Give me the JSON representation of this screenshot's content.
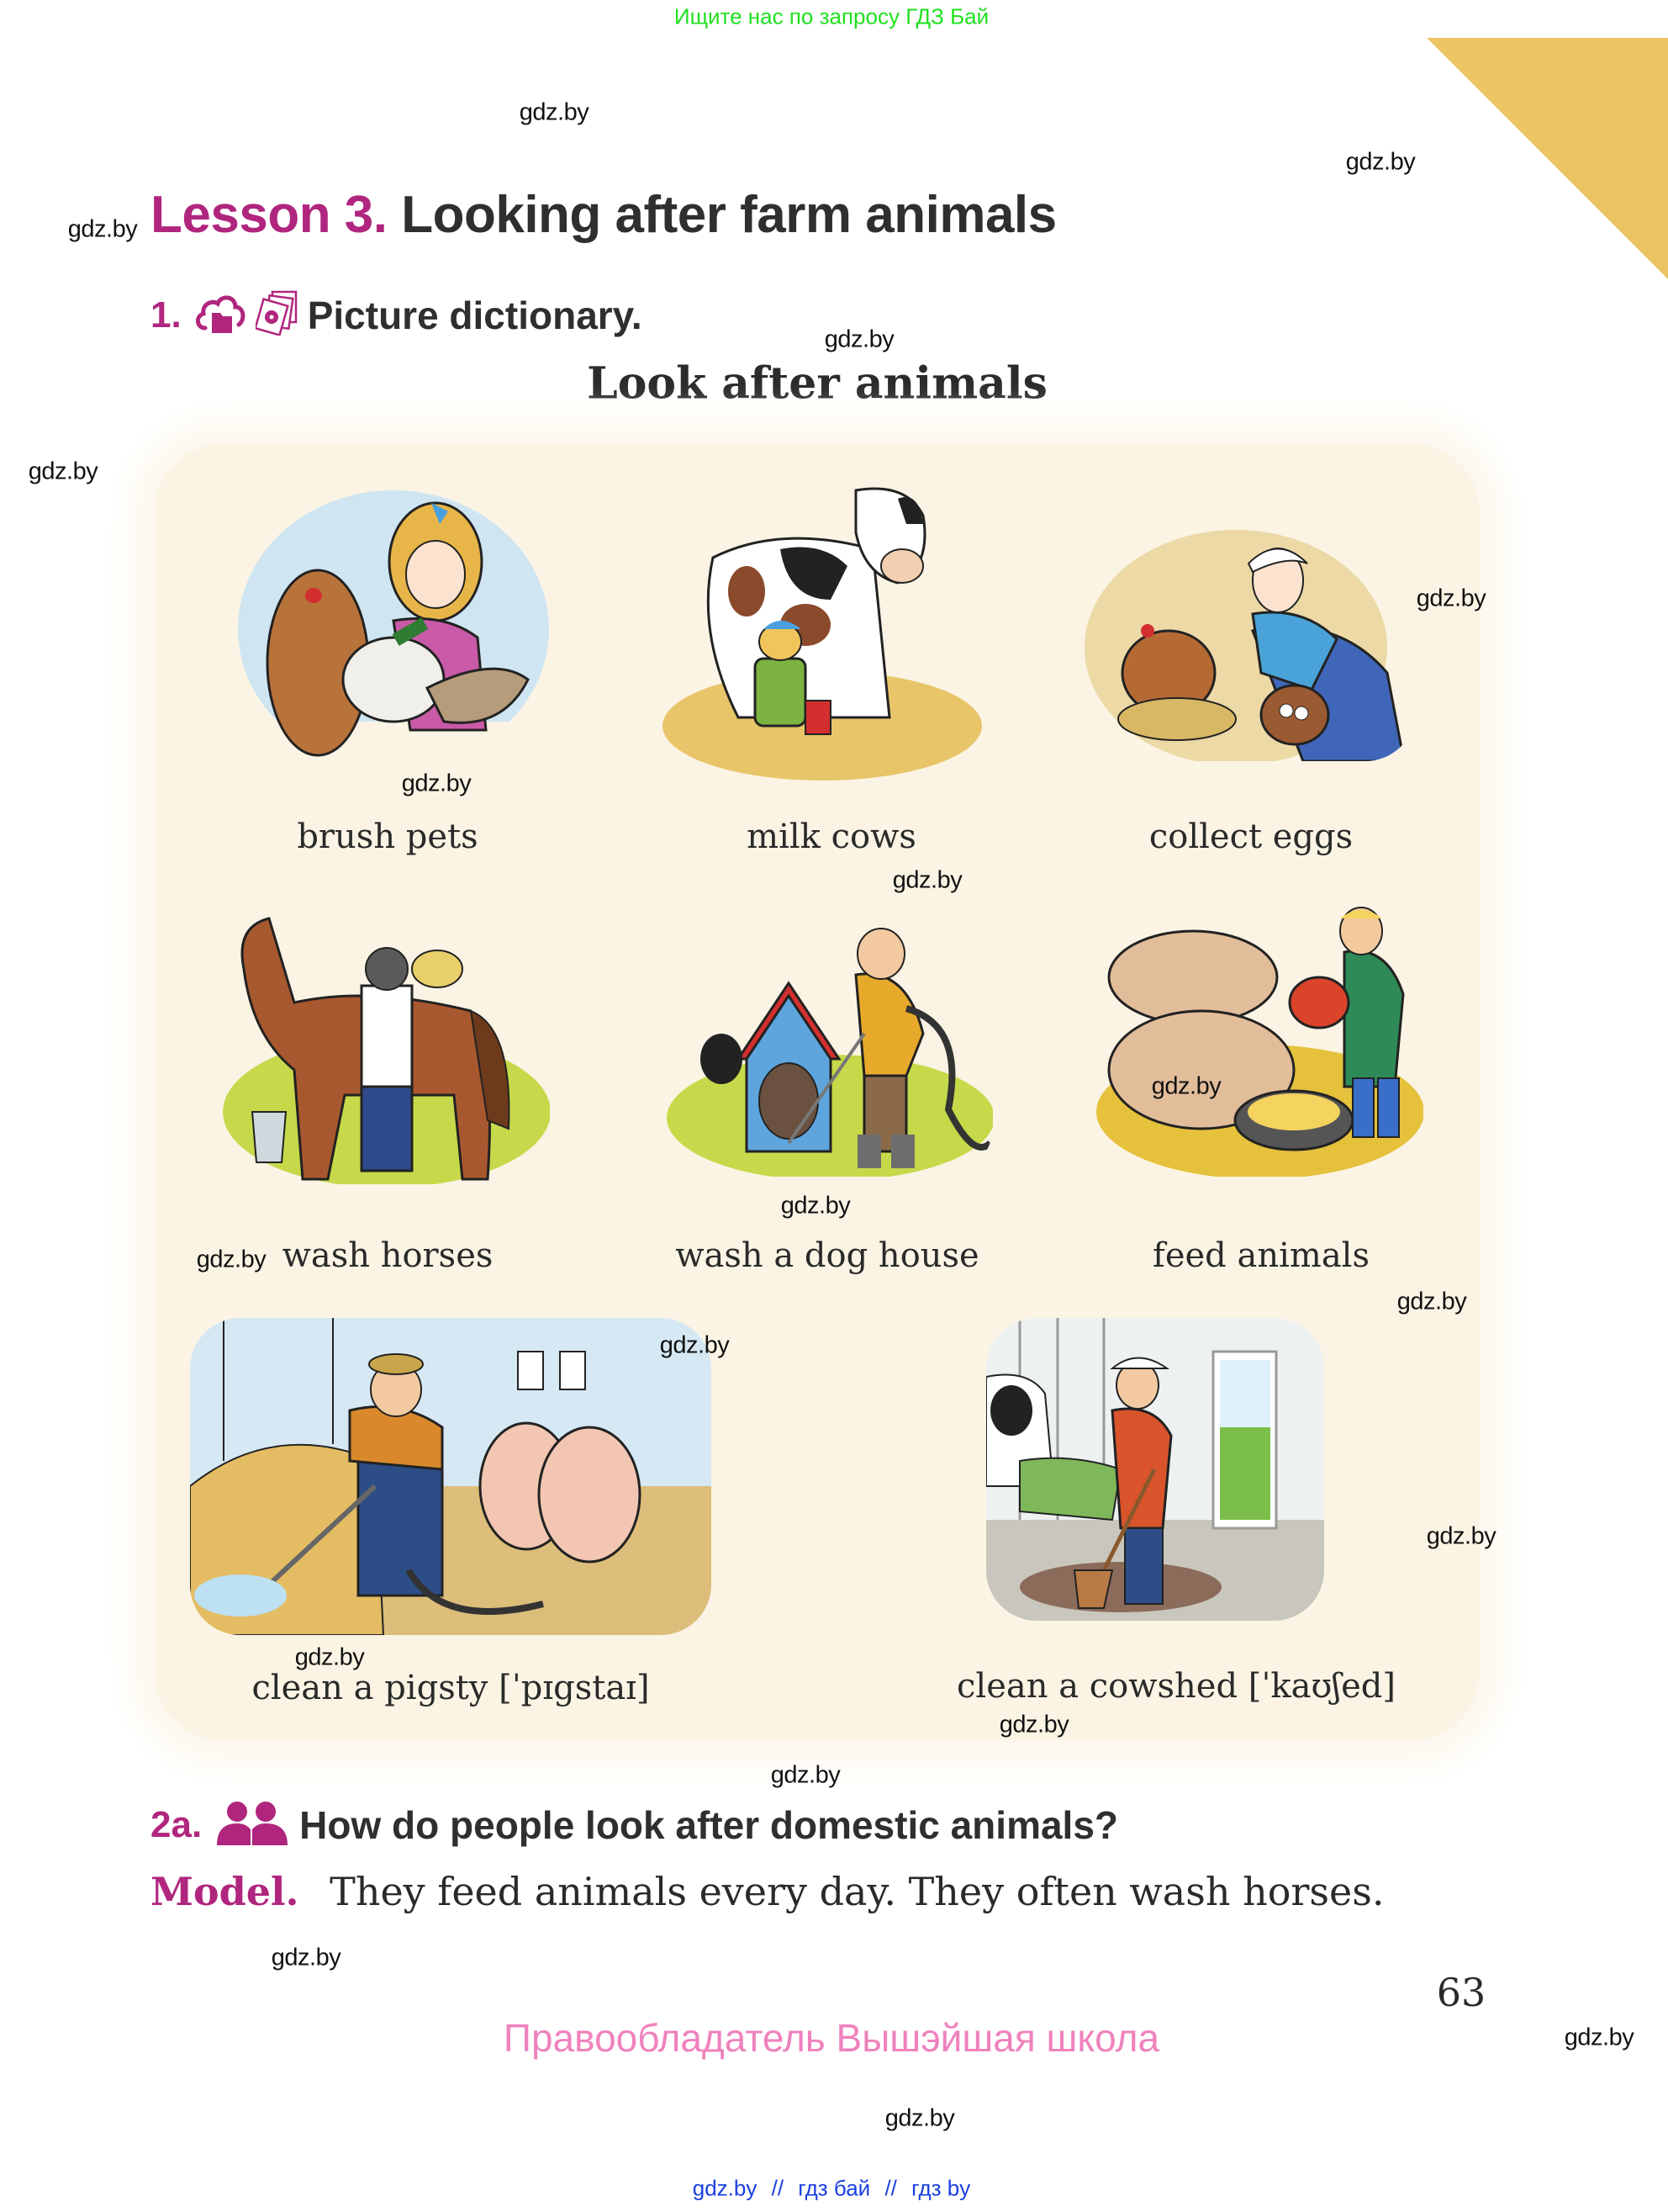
{
  "top_banner": "Ищите нас по запросу ГДЗ Бай",
  "corner_color": "#ebc564",
  "accent_color": "#b0267e",
  "lesson": {
    "number_label": "Lesson 3.",
    "title": "Looking after farm animals"
  },
  "task1": {
    "number": "1.",
    "icons": [
      "cloud-folder-icon",
      "picture-cards-icon"
    ],
    "text": "Picture dictionary."
  },
  "section_title": "Look after animals",
  "picture_dictionary": [
    {
      "id": "brush-pets",
      "caption": "brush pets",
      "illustration": "girl brushing dog and cat"
    },
    {
      "id": "milk-cows",
      "caption": "milk cows",
      "illustration": "girl milking a cow"
    },
    {
      "id": "collect-eggs",
      "caption": "collect eggs",
      "illustration": "woman collecting eggs from hen"
    },
    {
      "id": "wash-horses",
      "caption": "wash horses",
      "illustration": "man washing a horse"
    },
    {
      "id": "wash-dog-house",
      "caption": "wash a dog house",
      "illustration": "boy washing a dog house with hose"
    },
    {
      "id": "feed-animals",
      "caption": "feed animals",
      "illustration": "boy feeding pigs"
    },
    {
      "id": "clean-pigsty",
      "caption": "clean a pigsty [ˈpɪgstaɪ]",
      "illustration": "man cleaning a pigsty with hose"
    },
    {
      "id": "clean-cowshed",
      "caption": "clean a cowshed [ˈkaʊʃed]",
      "illustration": "woman cleaning a cowshed with shovel"
    }
  ],
  "task2a": {
    "number": "2a.",
    "icon": "pair-work-icon",
    "text": "How do people look after domestic animals?"
  },
  "model": {
    "label": "Model.",
    "text": "They feed animals every day. They often wash horses."
  },
  "page_number": "63",
  "footer_copyright": "Правообладатель Вышэйшая школа",
  "footer_links": [
    "gdz.by",
    "//",
    "гдз бай",
    "//",
    "гдз by"
  ],
  "watermark": "gdz.by"
}
